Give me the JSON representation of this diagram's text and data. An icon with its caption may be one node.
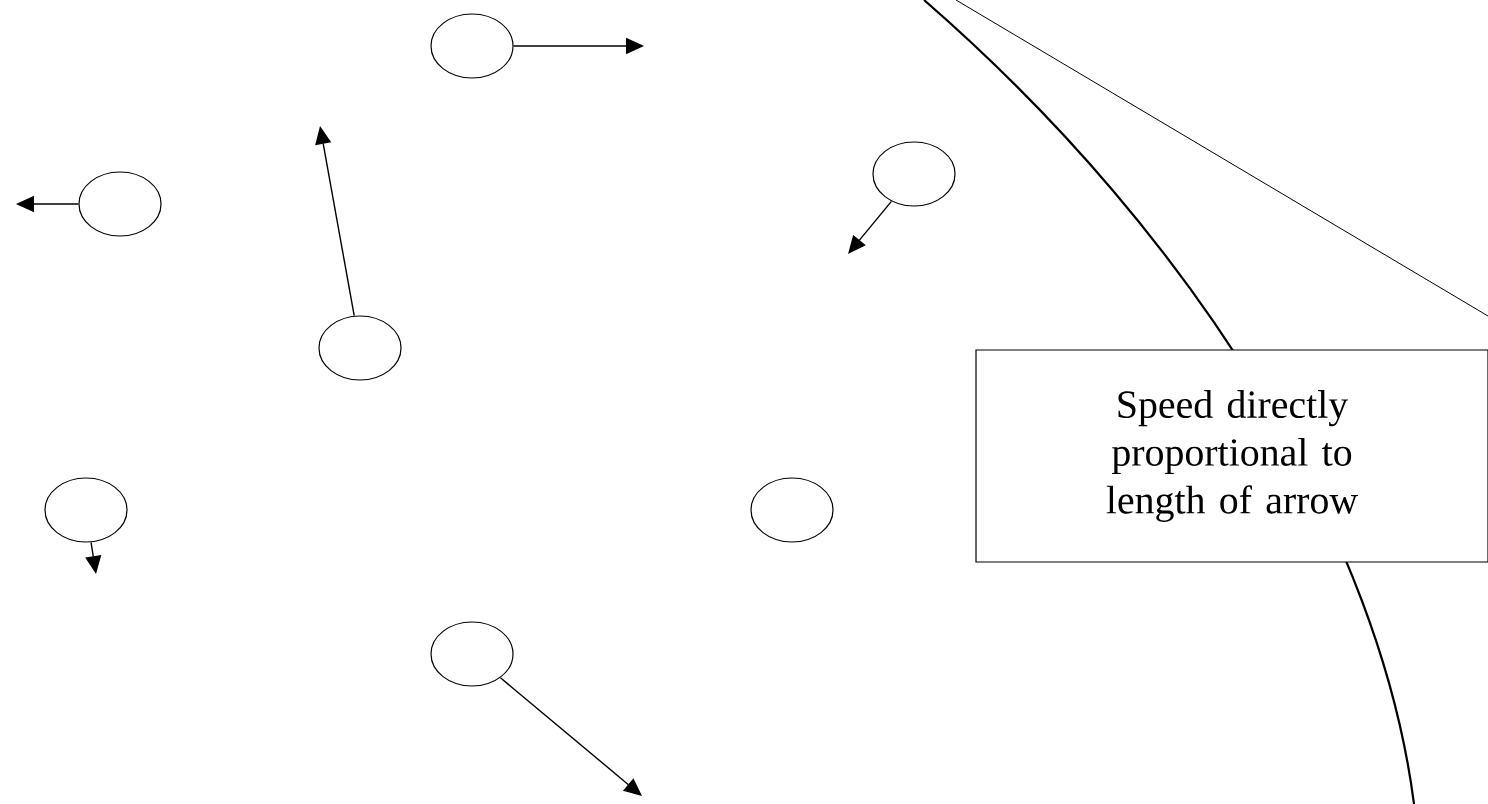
{
  "diagram": {
    "nodes": [
      {
        "text": [],
        "shape": "ellipse"
      },
      {
        "text": [],
        "shape": "ellipse"
      },
      {
        "text": [],
        "shape": "ellipse"
      },
      {
        "text": [],
        "shape": "ellipse"
      },
      {
        "text": [
          "Speed directly proportional to length of arrow"
        ]
      },
      {
        "text": [],
        "shape": "ellipse"
      },
      {
        "text": [],
        "shape": "ellipse"
      },
      {
        "text": [],
        "shape": "ellipse"
      }
    ],
    "edges": [
      {
        "from": 0,
        "to": null,
        "arrow": "to"
      },
      {
        "from": 1,
        "to": null,
        "arrow": "to"
      },
      {
        "from": 2,
        "to": null,
        "arrow": "to"
      },
      {
        "from": 3,
        "to": null,
        "arrow": "to"
      },
      {
        "from": 5,
        "to": null,
        "arrow": "to"
      },
      {
        "from": 7,
        "to": null,
        "arrow": "to"
      }
    ]
  }
}
